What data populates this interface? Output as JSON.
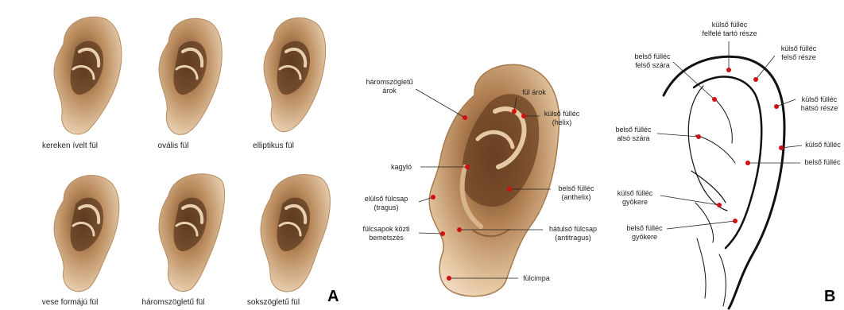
{
  "panel_a": {
    "tag": "A",
    "captions": [
      "kereken ívelt fül",
      "ovális fül",
      "elliptikus fül",
      "vese formájú fül",
      "háromszögletű fül",
      "sokszögletű fül"
    ]
  },
  "panel_mid": {
    "labels": {
      "haromszogletu": [
        "háromszögletű",
        "árok"
      ],
      "ful_arok": [
        "fül árok"
      ],
      "kulso_fullec": [
        "külső fülléc",
        "(helix)"
      ],
      "kagylo": [
        "kagyló"
      ],
      "belso_fullec": [
        "belső fülléc",
        "(anthelix)"
      ],
      "eloulso": [
        "elülső fülcsap",
        "(tragus)"
      ],
      "fulcsapok": [
        "fülcsapok közti",
        "bemetszés"
      ],
      "hatulso": [
        "hátulsó fülcsap",
        "(antitragus)"
      ],
      "fulcimpa": [
        "fülcimpa"
      ]
    }
  },
  "panel_b": {
    "tag": "B",
    "labels": {
      "felfele": [
        "külső fülléc",
        "felfelé tartó része"
      ],
      "belso_felso": [
        "belső fülléc",
        "felső szára"
      ],
      "kulso_felso": [
        "külső fülléc",
        "felső része"
      ],
      "kulso_hatso": [
        "külső fülléc",
        "hátsó része"
      ],
      "belso_also": [
        "belső fülléc",
        "alsó szára"
      ],
      "kulso_fullec": [
        "külső fülléc"
      ],
      "belso_fullec": [
        "belső fülléc"
      ],
      "kulso_gyokere": [
        "külső fülléc",
        "gyökere"
      ],
      "belso_gyokere": [
        "belső fülléc",
        "gyökere"
      ]
    }
  },
  "colors": {
    "skin": "#d9b48a",
    "skin_dark": "#8a5a32",
    "skin_light": "#f1dcc0",
    "marker": "#d01010"
  }
}
